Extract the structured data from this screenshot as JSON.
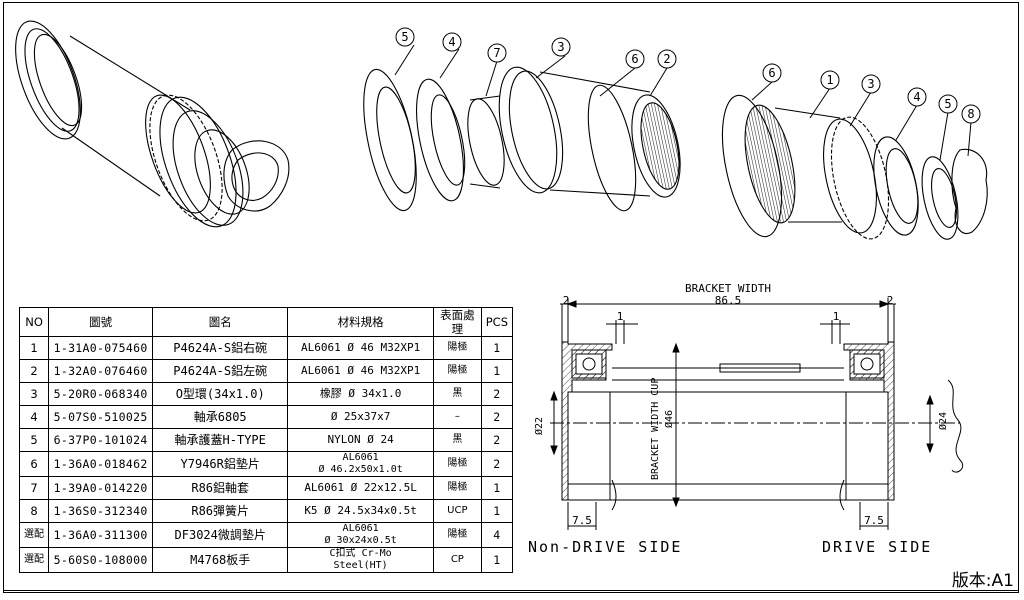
{
  "balloons": [
    "1",
    "2",
    "3",
    "4",
    "5",
    "6",
    "7",
    "8"
  ],
  "table": {
    "headers": [
      "NO",
      "圖號",
      "圖名",
      "材料規格",
      "表面處理",
      "PCS"
    ],
    "rows": [
      {
        "no": "1",
        "code": "1-31A0-075460",
        "name": "P4624A-S鋁右碗",
        "spec": "AL6061  Ø 46 M32XP1",
        "finish": "陽極",
        "pcs": "1"
      },
      {
        "no": "2",
        "code": "1-32A0-076460",
        "name": "P4624A-S鋁左碗",
        "spec": "AL6061  Ø 46 M32XP1",
        "finish": "陽極",
        "pcs": "1"
      },
      {
        "no": "3",
        "code": "5-20R0-068340",
        "name": "O型環(34x1.0)",
        "spec": "橡膠 Ø 34x1.0",
        "finish": "黑",
        "pcs": "2"
      },
      {
        "no": "4",
        "code": "5-07S0-510025",
        "name": "軸承6805",
        "spec": "Ø 25x37x7",
        "finish": "–",
        "pcs": "2"
      },
      {
        "no": "5",
        "code": "6-37P0-101024",
        "name": "軸承護蓋H-TYPE",
        "spec": "NYLON Ø 24",
        "finish": "黑",
        "pcs": "2"
      },
      {
        "no": "6",
        "code": "1-36A0-018462",
        "name": "Y7946R鋁墊片",
        "spec": "AL6061 / Ø 46.2x50x1.0t",
        "finish": "陽極",
        "pcs": "2"
      },
      {
        "no": "7",
        "code": "1-39A0-014220",
        "name": "R86鋁軸套",
        "spec": "AL6061  Ø 22x12.5L",
        "finish": "陽極",
        "pcs": "1"
      },
      {
        "no": "8",
        "code": "1-36S0-312340",
        "name": "R86彈簧片",
        "spec": "K5  Ø 24.5x34x0.5t",
        "finish": "UCP",
        "pcs": "1"
      },
      {
        "no": "選配",
        "code": "1-36A0-311300",
        "name": "DF3024微調墊片",
        "spec": "AL6061 / Ø 30x24x0.5t",
        "finish": "陽極",
        "pcs": "4"
      },
      {
        "no": "選配",
        "code": "5-60S0-108000",
        "name": "M4768板手",
        "spec": "C扣式 Cr-Mo / Steel(HT)",
        "finish": "CP",
        "pcs": "1"
      }
    ]
  },
  "dims": {
    "bracket_width_label": "BRACKET WIDTH",
    "bracket_width_value": "86.5",
    "cup_label": "BRACKET WIDTH CUP",
    "cup_dia": "Ø46",
    "left_dia": "Ø22",
    "right_dia": "Ø24",
    "flange_left": "2",
    "flange_right": "2",
    "gap_left": "1",
    "gap_right": "1",
    "depth_left": "7.5",
    "depth_right": "7.5"
  },
  "sides": {
    "left": "Non-DRIVE SIDE",
    "right": "DRIVE SIDE"
  },
  "version": "版本:A1"
}
